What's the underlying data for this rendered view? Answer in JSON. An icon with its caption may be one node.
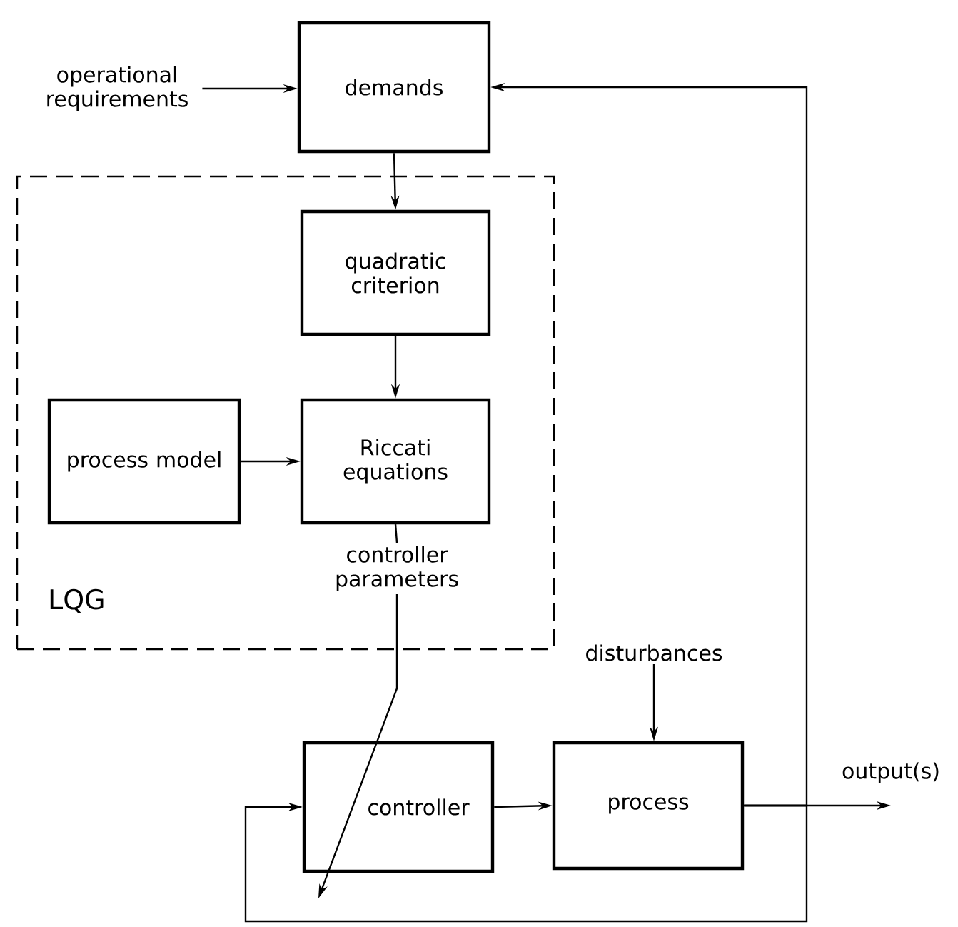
{
  "diagram": {
    "nodes": [
      {
        "text": [
          "operational requirements"
        ]
      },
      {
        "text": [
          "demands"
        ]
      },
      {
        "text": [
          "LQG"
        ]
      },
      {
        "text": [
          "quadratic criterion"
        ],
        "in": 2
      },
      {
        "text": [
          "process model"
        ],
        "in": 2
      },
      {
        "text": [
          "Riccati equations"
        ],
        "in": 2
      },
      {
        "text": [
          "controller parameters"
        ],
        "in": 2
      },
      {
        "text": [
          "disturbances"
        ]
      },
      {
        "text": [
          "controller"
        ]
      },
      {
        "text": [
          "process"
        ]
      },
      {
        "text": [
          "output(s)"
        ]
      }
    ],
    "edges": [
      {
        "from": 0,
        "to": 1,
        "arrow": "to"
      },
      {
        "from": 1,
        "to": 3,
        "arrow": "to"
      },
      {
        "from": 3,
        "to": 5,
        "arrow": "to"
      },
      {
        "from": 4,
        "to": 5,
        "arrow": "to"
      },
      {
        "from": 5,
        "to": 6,
        "arrow": "none"
      },
      {
        "from": 6,
        "to": 8,
        "arrow": "to"
      },
      {
        "from": 7,
        "to": 9,
        "arrow": "to"
      },
      {
        "from": 8,
        "to": 9,
        "arrow": "to"
      },
      {
        "from": 9,
        "to": 10,
        "arrow": "to"
      },
      {
        "from": 9,
        "to": 8,
        "arrow": "to"
      },
      {
        "from": 9,
        "to": 1,
        "arrow": "to"
      }
    ]
  }
}
